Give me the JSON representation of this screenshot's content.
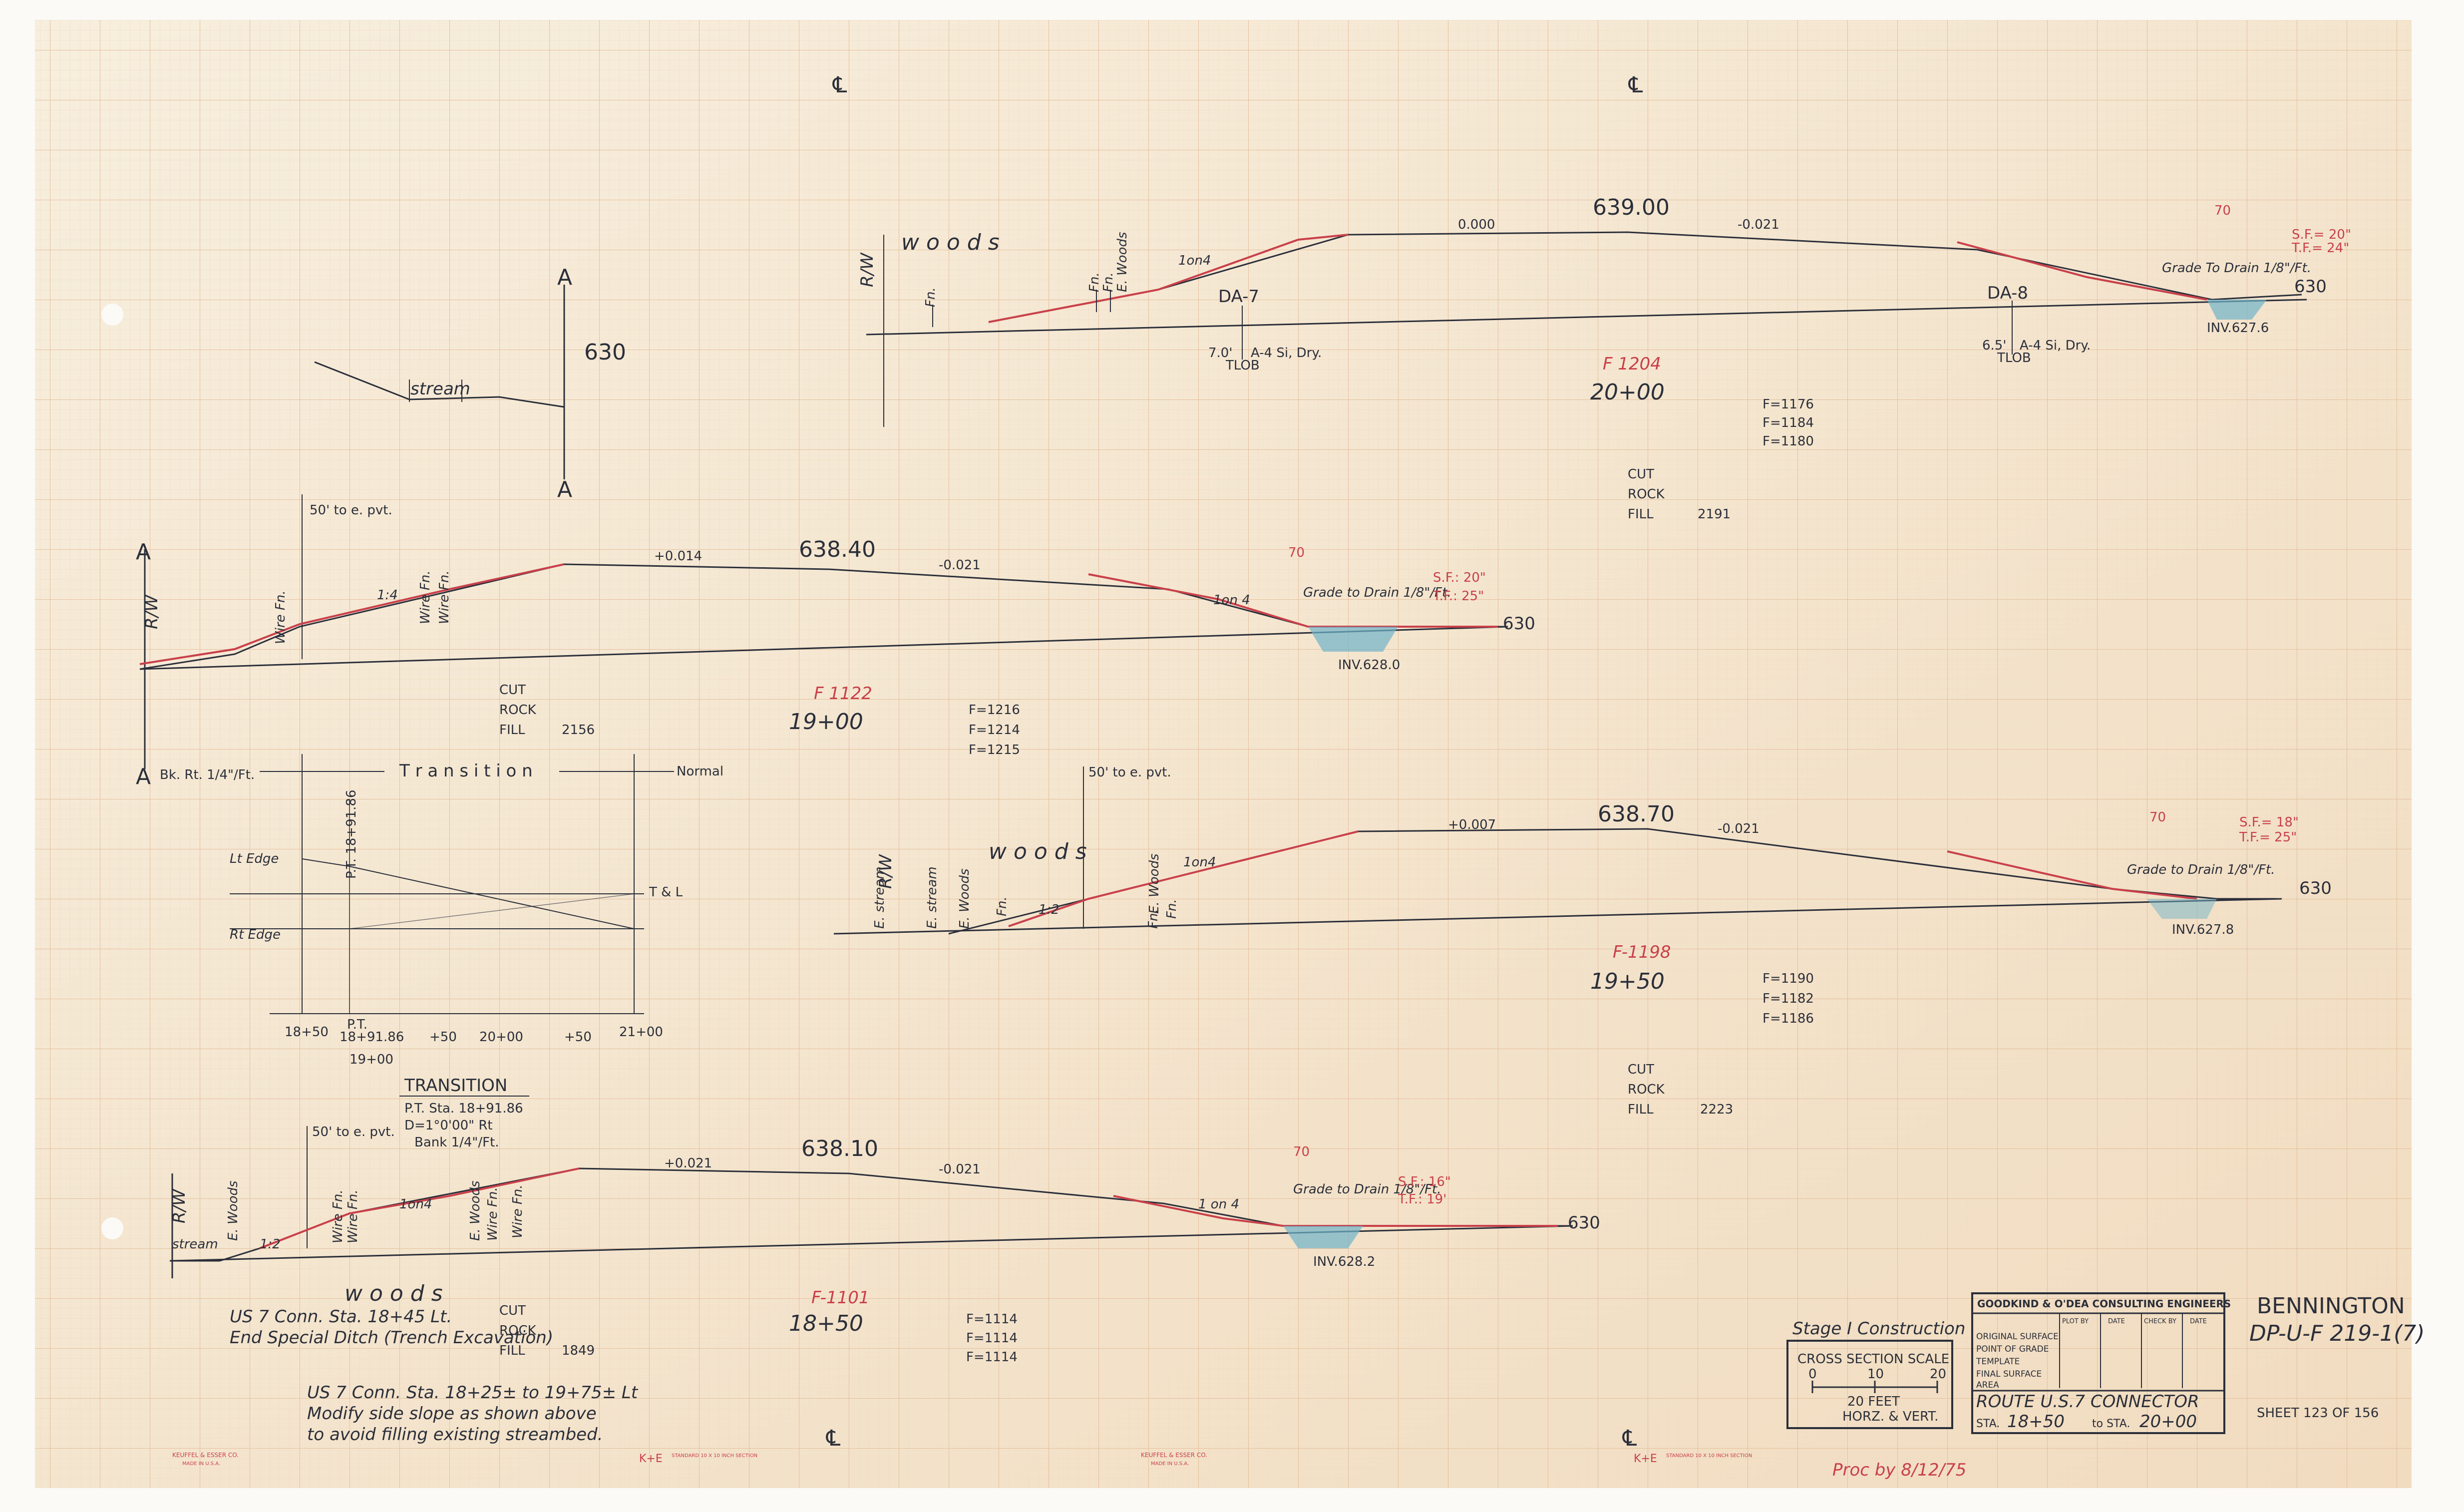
{
  "sheet": {
    "title_place": "BENNINGTON",
    "project_no": "DP-U-F 219-1(7)",
    "sheet_no": "SHEET 123 OF 156",
    "engineers": "GOODKIND & O'DEA   CONSULTING ENGINEERS",
    "title_rows": [
      "ORIGINAL SURFACE",
      "POINT OF GRADE",
      "TEMPLATE",
      "FINAL SURFACE",
      "AREA"
    ],
    "title_cols": [
      "PLOT BY",
      "DATE",
      "CHECK BY",
      "DATE"
    ],
    "route": "ROUTE U.S.7 CONNECTOR",
    "sta_from_label": "STA.",
    "sta_from": "18+50",
    "sta_to_label": "to STA.",
    "sta_to": "20+00",
    "stage": "Stage I Construction",
    "scale_title": "CROSS SECTION SCALE",
    "scale_ticks": [
      "0",
      "10",
      "20"
    ],
    "scale_units": "20 FEET",
    "scale_note": "HORZ. & VERT.",
    "centerline_mark": "℄",
    "maker": "KEUFFEL & ESSER CO.",
    "maker_sub": "MADE IN U.S.A.",
    "paper_stamp": "STANDARD 10 X 10 INCH SECTION",
    "ke_logo": "K+E"
  },
  "stream_sketch": {
    "label": "stream",
    "elev": "630",
    "section_mark": "A"
  },
  "sections": [
    {
      "station": "20+00",
      "centerline_elev": "639.00",
      "left_grade": "0.000",
      "right_grade": "-0.021",
      "slope_left": "1on4",
      "row_label": "R/W",
      "woods": "w o o d s",
      "fences": [
        "Fn.",
        "Fn.",
        "Fn.",
        "E. Woods"
      ],
      "borings": [
        {
          "id": "DA-7",
          "depth": "7.0'",
          "soil": "A-4 Si, Dry.",
          "tlob": "TLOB"
        },
        {
          "id": "DA-8",
          "depth": "6.5'",
          "soil": "A-4 Si, Dry.",
          "tlob": "TLOB"
        }
      ],
      "ditch": "Grade To Drain 1/8\"/Ft.",
      "ditch_elev": "630",
      "inv": "INV.627.6",
      "sf": "S.F.= 20\"",
      "tf": "T.F.= 24\"",
      "fill_red": "F 1204",
      "f_values": [
        "F=1176",
        "F=1184",
        "F=1180"
      ],
      "cut_rock_fill": [
        "CUT",
        "ROCK",
        "FILL"
      ],
      "fill_total": "2191",
      "mark_70": "70"
    },
    {
      "station": "19+00",
      "centerline_elev": "638.40",
      "left_grade": "+0.014",
      "right_grade": "-0.021",
      "slope_left": "1:4",
      "slope_right": "1on 4",
      "row_label": "R/W",
      "fences": [
        "Wire Fn.",
        "Wire Fn.",
        "Wire Fn."
      ],
      "row_note": "50' to e. pvt.",
      "ditch": "Grade to Drain 1/8\"/Ft.",
      "ditch_elev": "630",
      "inv": "INV.628.0",
      "sf": "S.F.: 20\"",
      "tf": "T.F.: 25\"",
      "fill_red": "F 1122",
      "f_values": [
        "F=1216",
        "F=1214",
        "F=1215"
      ],
      "cut_rock_fill": [
        "CUT",
        "ROCK",
        "FILL"
      ],
      "fill_total": "2156",
      "mark_70": "70"
    },
    {
      "station": "19+50",
      "centerline_elev": "638.70",
      "left_grade": "+0.007",
      "right_grade": "-0.021",
      "slope_left": "1on4",
      "slope_left2": "1:2",
      "row_label": "R/W",
      "woods": "w o o d s",
      "fences": [
        "E. stream",
        "E. stream",
        "E. Woods",
        "Fn.",
        "E. Woods",
        "Fn.",
        "Fn."
      ],
      "row_note": "50' to e. pvt.",
      "ditch": "Grade to Drain 1/8\"/Ft.",
      "ditch_elev": "630",
      "inv": "INV.627.8",
      "sf": "S.F.= 18\"",
      "tf": "T.F.= 25\"",
      "fill_red": "F-1198",
      "f_values": [
        "F=1190",
        "F=1182",
        "F=1186"
      ],
      "cut_rock_fill": [
        "CUT",
        "ROCK",
        "FILL"
      ],
      "fill_total": "2223",
      "mark_70": "70"
    },
    {
      "station": "18+50",
      "centerline_elev": "638.10",
      "left_grade": "+0.021",
      "right_grade": "-0.021",
      "slope_left": "1on4",
      "slope_left2": "1:2",
      "slope_right": "1 on 4",
      "row_label": "R/W",
      "woods": "w o o d s",
      "stream": "stream",
      "fences": [
        "E. Woods",
        "Wire Fn.",
        "Wire Fn.",
        "E. Woods",
        "Wire Fn.",
        "Wire Fn."
      ],
      "row_note": "50' to e. pvt.",
      "ditch": "Grade to Drain 1/8\"/Ft.",
      "ditch_elev": "630",
      "inv": "INV.628.2",
      "sf": "S.F.: 16\"",
      "tf": "T.F.: 19'",
      "fill_red": "F-1101",
      "f_values": [
        "F=1114",
        "F=1114",
        "F=1114"
      ],
      "cut_rock_fill": [
        "CUT",
        "ROCK",
        "FILL"
      ],
      "fill_total": "1849",
      "mark_70": "70"
    }
  ],
  "transition": {
    "section_mark": "A",
    "bk_rt": "Bk. Rt. 1/4\"/Ft.",
    "heading": "T r a n s i t i o n",
    "normal": "Normal",
    "lt_edge": "Lt Edge",
    "rt_edge": "Rt Edge",
    "tl": "T & L",
    "pt_sta": "P.T. 18+91.86",
    "bottom_ticks": [
      "18+50",
      "+50",
      "20+00",
      "+50",
      "21+00"
    ],
    "pt": "P.T.",
    "pt_value": "18+91.86",
    "sub_ticks": [
      "19+00"
    ],
    "caption_title": "TRANSITION",
    "caption_lines": [
      "P.T. Sta. 18+91.86",
      "D=1°0'00\" Rt",
      "Bank 1/4\"/Ft."
    ]
  },
  "notes": {
    "note1_line1": "US 7 Conn. Sta. 18+45 Lt.",
    "note1_line2": "End Special Ditch (Trench Excavation)",
    "note2_line1": "US 7 Conn. Sta. 18+25± to 19+75± Lt",
    "note2_line2": "Modify side slope as shown above",
    "note2_line3": "to avoid filling existing streambed.",
    "signature": "Proc by 8/12/75"
  },
  "colors": {
    "paper": "#f6f1e6",
    "grid": "#e9c9a6",
    "ink": "#2b2f3a",
    "red": "#c9404a",
    "ditch": "#6fb3c9"
  }
}
